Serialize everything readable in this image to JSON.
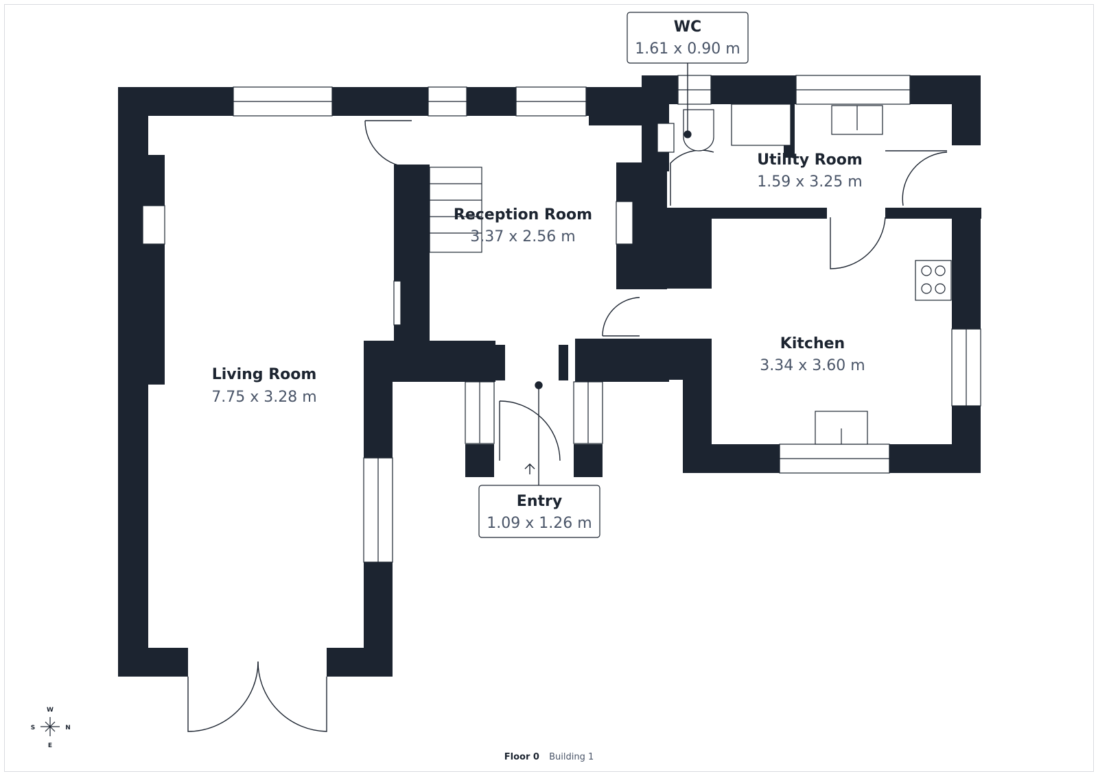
{
  "rooms": {
    "living": {
      "name": "Living Room",
      "dims": "7.75 x 3.28 m"
    },
    "reception": {
      "name": "Reception Room",
      "dims": "3.37 x 2.56 m"
    },
    "wc": {
      "name": "WC",
      "dims": "1.61 x 0.90 m"
    },
    "utility": {
      "name": "Utility Room",
      "dims": "1.59 x 3.25 m"
    },
    "kitchen": {
      "name": "Kitchen",
      "dims": "3.34 x 3.60 m"
    },
    "entry": {
      "name": "Entry",
      "dims": "1.09 x 1.26 m"
    }
  },
  "compass": {
    "north": "N",
    "south": "S",
    "east": "E",
    "west": "W"
  },
  "footer": {
    "floor": "Floor 0",
    "building": "Building 1"
  },
  "colors": {
    "wall": "#1c2430",
    "window": "#ffffff",
    "line": "#1c2430",
    "background": "#ffffff"
  }
}
